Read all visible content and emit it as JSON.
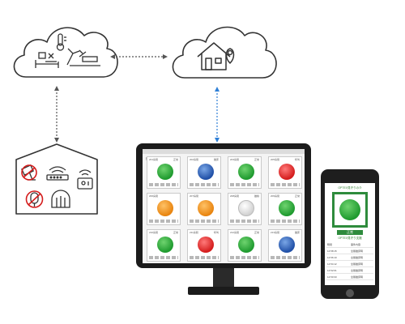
{
  "monitor": {
    "toolbar": [
      "監",
      "控",
      "區"
    ],
    "panels": [
      {
        "title": "201房間",
        "status": "正常",
        "color": "green",
        "icon": "people-icon"
      },
      {
        "title": "202房間",
        "status": "離床",
        "color": "blue",
        "icon": "bed-icon"
      },
      {
        "title": "203房間",
        "status": "正常",
        "color": "green",
        "icon": "people-icon"
      },
      {
        "title": "205房間",
        "status": "呼叫",
        "color": "red",
        "icon": "bell-icon"
      },
      {
        "title": "206房間",
        "status": "",
        "color": "orange",
        "icon": "speaker-icon"
      },
      {
        "title": "207房間",
        "status": "",
        "color": "orange",
        "icon": "speaker-icon"
      },
      {
        "title": "208房間",
        "status": "離線",
        "color": "white",
        "icon": "gear-icon"
      },
      {
        "title": "209房間",
        "status": "正常",
        "color": "green",
        "icon": "people-icon"
      },
      {
        "title": "210房間",
        "status": "正常",
        "color": "green",
        "icon": "people-icon"
      },
      {
        "title": "211房間",
        "status": "呼叫",
        "color": "red",
        "icon": "bell-icon"
      },
      {
        "title": "212房間",
        "status": "正常",
        "color": "green",
        "icon": "people-icon"
      },
      {
        "title": "213房間",
        "status": "離床",
        "color": "blue",
        "icon": "bed-icon"
      }
    ]
  },
  "phone": {
    "title": "OPTEX見守りの介",
    "status": "正常",
    "subtitle": "OPTEX見守り支援",
    "header_time": "時間",
    "header_event": "事件內容",
    "rows": [
      {
        "time": "14:58:15",
        "event": "全體離床時"
      },
      {
        "time": "14:56:10",
        "event": "全體離床時"
      },
      {
        "time": "14:54:12",
        "event": "全體離床時"
      },
      {
        "time": "14:52:01",
        "event": "全體離床時"
      },
      {
        "time": "14:50:33",
        "event": "全體離床時"
      }
    ]
  },
  "colors": {
    "connector_gray": "#555555",
    "connector_blue": "#2f7fd6",
    "cloud_stroke": "#333333",
    "accent_green": "#2e8b3c"
  }
}
